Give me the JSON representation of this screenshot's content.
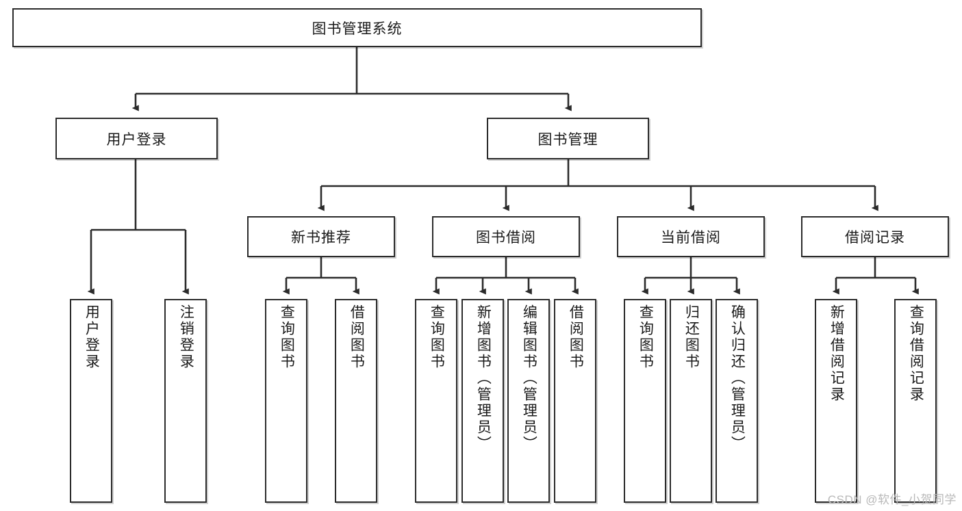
{
  "diagram": {
    "title": "图书管理系统",
    "type": "tree-hierarchy-diagram",
    "colors": {
      "box_border": "#2b2b2b",
      "box_fill": "#ffffff",
      "edge": "#2b2b2b",
      "text": "#1a1a1a",
      "watermark": "#b8b8b8"
    },
    "root": {
      "label": "图书管理系统"
    },
    "level2": [
      {
        "label": "用户登录"
      },
      {
        "label": "图书管理"
      }
    ],
    "level3": [
      {
        "label": "新书推荐"
      },
      {
        "label": "图书借阅"
      },
      {
        "label": "当前借阅"
      },
      {
        "label": "借阅记录"
      }
    ],
    "leaves": {
      "user_login": [
        {
          "label": "用户登录"
        },
        {
          "label": "注销登录"
        }
      ],
      "new_book_recommend": [
        {
          "label": "查询图书"
        },
        {
          "label": "借阅图书"
        }
      ],
      "book_borrow": [
        {
          "label": "查询图书"
        },
        {
          "label": "新增图书（管理员）"
        },
        {
          "label": "编辑图书（管理员）"
        },
        {
          "label": "借阅图书"
        }
      ],
      "current_borrow": [
        {
          "label": "查询图书"
        },
        {
          "label": "归还图书"
        },
        {
          "label": "确认归还（管理员）"
        }
      ],
      "borrow_record": [
        {
          "label": "新增借阅记录"
        },
        {
          "label": "查询借阅记录"
        }
      ]
    },
    "watermark": "CSDN @软件_小贺同学"
  }
}
